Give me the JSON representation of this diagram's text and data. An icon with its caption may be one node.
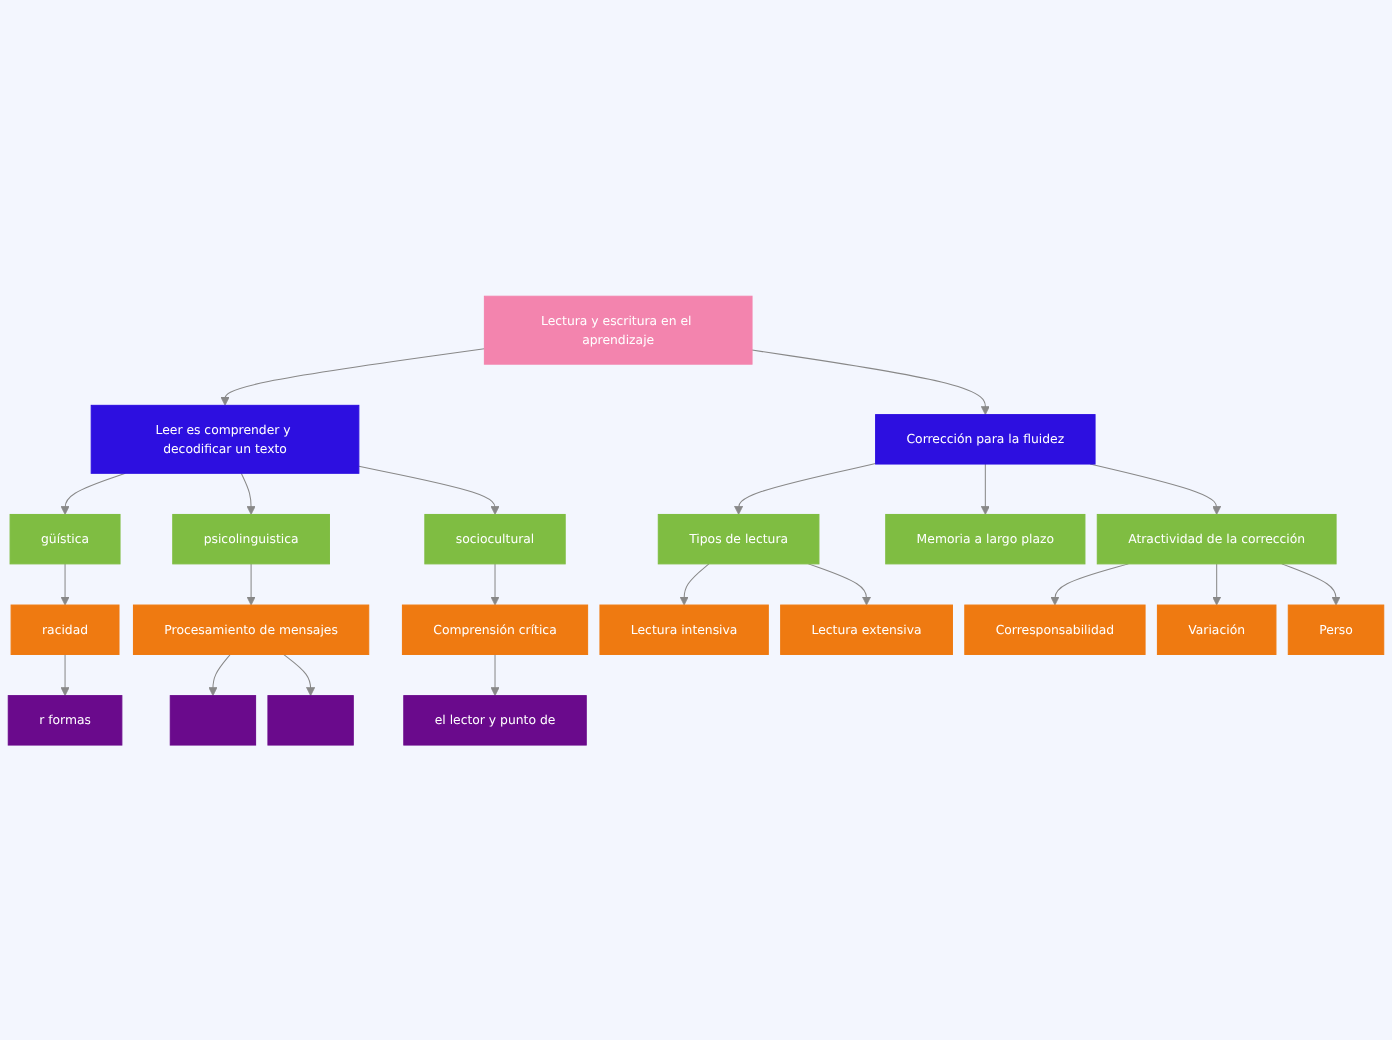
{
  "diagram": {
    "nodes": [
      {
        "text": [
          "Lectura y escritura en el aprendizaje"
        ]
      },
      {
        "text": [
          "Leer es comprender y decodificar un texto"
        ]
      },
      {
        "text": [
          "Corrección para la fluidez"
        ]
      },
      {
        "text": [
          "güística"
        ]
      },
      {
        "text": [
          "psicolinguistica"
        ]
      },
      {
        "text": [
          "sociocultural"
        ]
      },
      {
        "text": [
          "Tipos de lectura"
        ]
      },
      {
        "text": [
          "Memoria a largo plazo"
        ]
      },
      {
        "text": [
          "Atractividad de la corrección"
        ]
      },
      {
        "text": [
          "racidad"
        ]
      },
      {
        "text": [
          "Procesamiento de mensajes"
        ]
      },
      {
        "text": [
          "Comprensión crítica"
        ]
      },
      {
        "text": [
          "Lectura intensiva"
        ]
      },
      {
        "text": [
          "Lectura extensiva"
        ]
      },
      {
        "text": [
          "Corresponsabilidad"
        ]
      },
      {
        "text": [
          "Variación"
        ]
      },
      {
        "text": [
          "Perso"
        ]
      },
      {
        "text": [
          "r formas"
        ]
      },
      {
        "text": [],
        "shape": "box"
      },
      {
        "text": [],
        "shape": "box"
      },
      {
        "text": [
          "el lector y punto de"
        ]
      }
    ],
    "edges": [
      {
        "from": 0,
        "to": 1,
        "arrow": "to"
      },
      {
        "from": 0,
        "to": 2,
        "arrow": "to"
      },
      {
        "from": 1,
        "to": 3,
        "arrow": "to"
      },
      {
        "from": 1,
        "to": 4,
        "arrow": "to"
      },
      {
        "from": 1,
        "to": 5,
        "arrow": "to"
      },
      {
        "from": 2,
        "to": 6,
        "arrow": "to"
      },
      {
        "from": 2,
        "to": 7,
        "arrow": "to"
      },
      {
        "from": 2,
        "to": 8,
        "arrow": "to"
      },
      {
        "from": 3,
        "to": 9,
        "arrow": "to"
      },
      {
        "from": 9,
        "to": 17,
        "arrow": "to"
      },
      {
        "from": 4,
        "to": 10,
        "arrow": "to"
      },
      {
        "from": 10,
        "to": 18,
        "arrow": "to"
      },
      {
        "from": 10,
        "to": 19,
        "arrow": "to"
      },
      {
        "from": 5,
        "to": 11,
        "arrow": "to"
      },
      {
        "from": 11,
        "to": 20,
        "arrow": "to"
      },
      {
        "from": 6,
        "to": 12,
        "arrow": "to"
      },
      {
        "from": 6,
        "to": 13,
        "arrow": "to"
      },
      {
        "from": 8,
        "to": 14,
        "arrow": "to"
      },
      {
        "from": 8,
        "to": 15,
        "arrow": "to"
      },
      {
        "from": 8,
        "to": 16,
        "arrow": "to"
      }
    ]
  }
}
